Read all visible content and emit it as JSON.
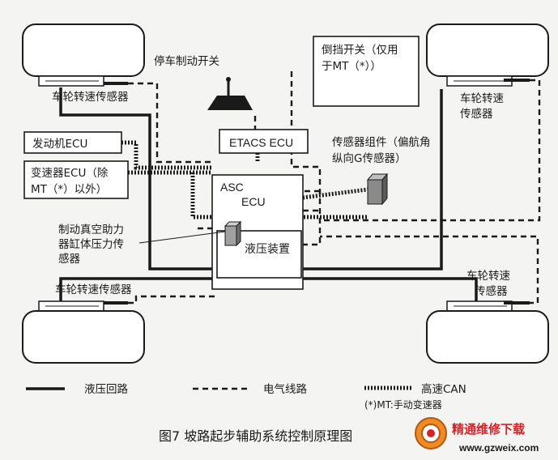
{
  "labels": {
    "wheel_sensor_fl": "车轮转速传感器",
    "wheel_sensor_fr_line1": "车轮转速",
    "wheel_sensor_fr_line2": "传感器",
    "wheel_sensor_rl": "车轮转速传感器",
    "wheel_sensor_rr_line1": "车轮转速",
    "wheel_sensor_rr_line2": "传感器",
    "parking_brake_switch": "停车制动开关",
    "reverse_switch_line1": "倒挡开关（仅用",
    "reverse_switch_line2": "于MT（*））",
    "etacs_ecu": "ETACS ECU",
    "engine_ecu": "发动机ECU",
    "transmission_ecu_line1": "变速器ECU（除",
    "transmission_ecu_line2": "MT（*）以外）",
    "sensor_assembly_line1": "传感器组件（偏航角",
    "sensor_assembly_line2": "纵向G传感器）",
    "asc_ecu_line1": "ASC",
    "asc_ecu_line2": "ECU",
    "booster_sensor_line1": "制动真空助力",
    "booster_sensor_line2": "器缸体压力传",
    "booster_sensor_line3": "感器",
    "hydraulic_unit": "液压装置"
  },
  "legend": {
    "hydraulic": "液压回路",
    "electrical": "电气线路",
    "can": "高速CAN",
    "note": "(*)MT:手动变速器"
  },
  "caption": "图7   坡路起步辅助系统控制原理图",
  "watermark": {
    "name": "精通维修下载",
    "url": "www.gzweix.com"
  },
  "colors": {
    "ink": "#1a1a1a",
    "background": "#f4f4f2",
    "watermark_red": "#d2232a",
    "watermark_orange": "#f08a24"
  }
}
